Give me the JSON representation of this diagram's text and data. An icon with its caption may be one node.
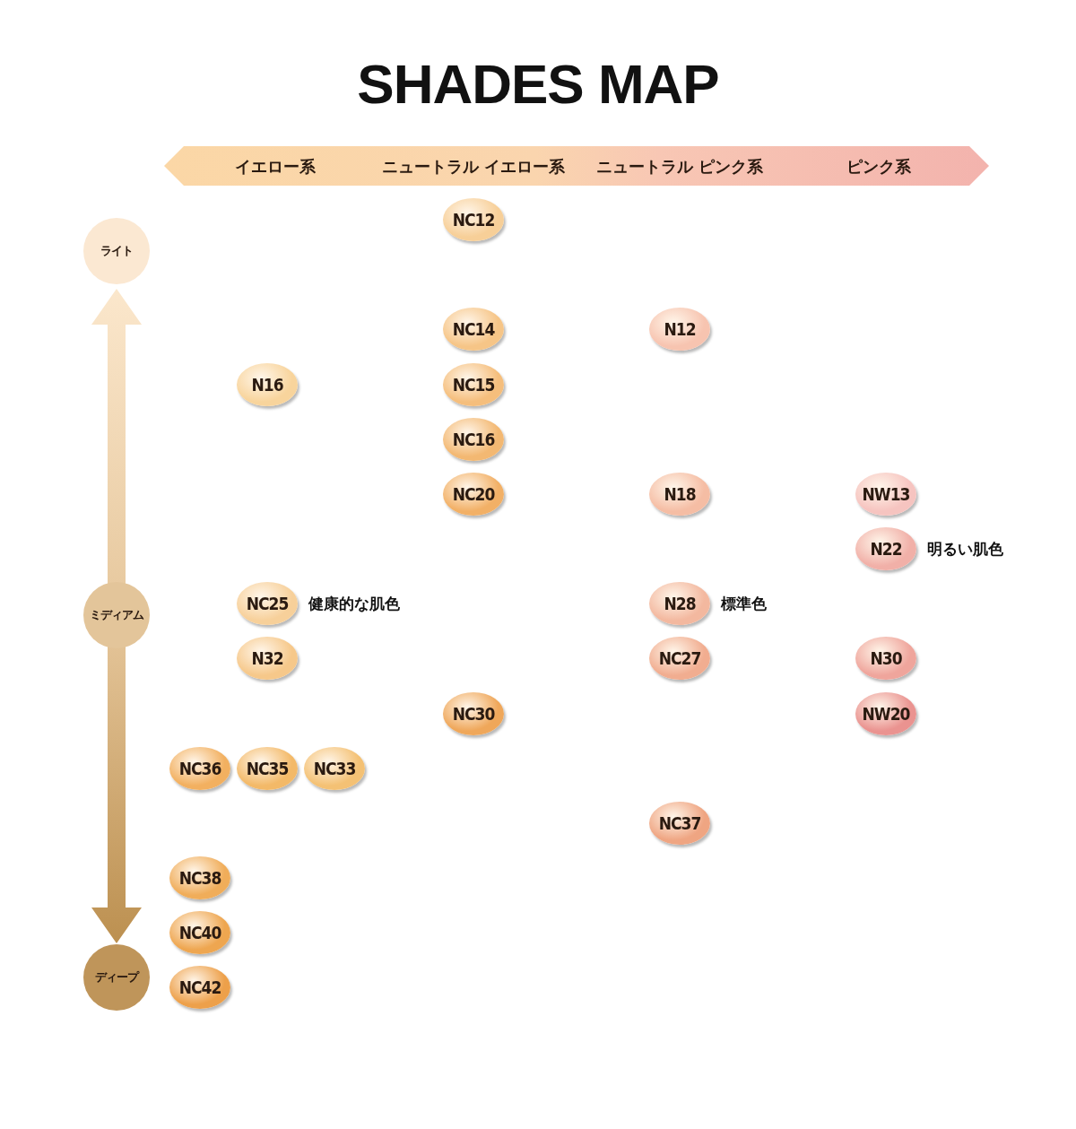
{
  "diagram": {
    "title": "SHADES MAP",
    "nodes": [
      {
        "text": [
          "イエロー系",
          "ニュートラル イエロー系",
          "ニュートラル ピンク系",
          "ピンク系"
        ]
      },
      {
        "text": [
          "ライト"
        ]
      },
      {
        "text": [
          "ミディアム"
        ]
      },
      {
        "text": [
          "ディープ"
        ]
      },
      {
        "text": [
          "NC12"
        ]
      },
      {
        "text": [
          "NC14"
        ]
      },
      {
        "text": [
          "N12"
        ]
      },
      {
        "text": [
          "N16"
        ]
      },
      {
        "text": [
          "NC15"
        ]
      },
      {
        "text": [
          "NC16"
        ]
      },
      {
        "text": [
          "NC20"
        ]
      },
      {
        "text": [
          "N18"
        ]
      },
      {
        "text": [
          "NW13"
        ]
      },
      {
        "text": [
          "N22"
        ],
        "beside": [
          "明るい肌色"
        ]
      },
      {
        "text": [
          "NC25"
        ],
        "beside": [
          "健康的な肌色"
        ]
      },
      {
        "text": [
          "N28"
        ],
        "beside": [
          "標準色"
        ]
      },
      {
        "text": [
          "N32"
        ]
      },
      {
        "text": [
          "NC27"
        ]
      },
      {
        "text": [
          "N30"
        ]
      },
      {
        "text": [
          "NC30"
        ]
      },
      {
        "text": [
          "NW20"
        ]
      },
      {
        "text": [
          "NC36"
        ]
      },
      {
        "text": [
          "NC35"
        ]
      },
      {
        "text": [
          "NC33"
        ]
      },
      {
        "text": [
          "NC37"
        ]
      },
      {
        "text": [
          "NC38"
        ]
      },
      {
        "text": [
          "NC40"
        ]
      },
      {
        "text": [
          "NC42"
        ]
      }
    ],
    "edges": []
  }
}
